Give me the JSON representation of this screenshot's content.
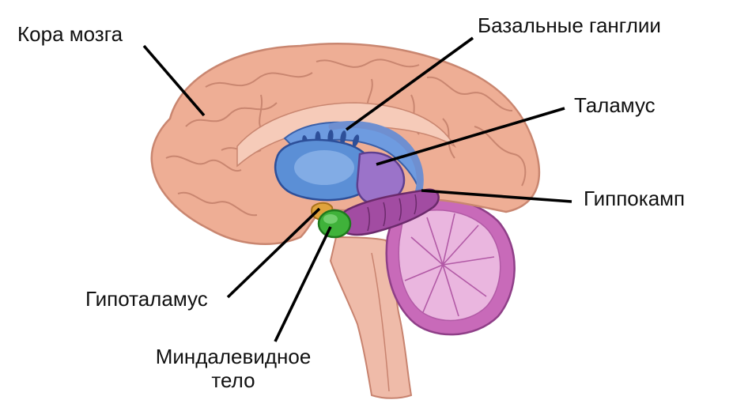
{
  "labels": {
    "cortex": "Кора мозга",
    "basal_ganglia": "Базальные ганглии",
    "thalamus": "Таламус",
    "hippocampus": "Гиппокамп",
    "hypothalamus": "Гипоталамус",
    "amygdala_line1": "Миндалевидное",
    "amygdala_line2": "тело"
  },
  "colors": {
    "cortex_fill": "#eeae95",
    "cortex_dark": "#cf8a73",
    "basal_ganglia": "#5b8fd6",
    "basal_ganglia_light": "#8fb6ea",
    "thalamus": "#9b73c9",
    "hippocampus": "#a24ca2",
    "cerebellum": "#c46ab8",
    "cerebellum_light": "#eab6df",
    "brainstem": "#f0bfae",
    "amygdala": "#3fb23a",
    "hypothalamus": "#e0a33c",
    "line": "#000000"
  }
}
